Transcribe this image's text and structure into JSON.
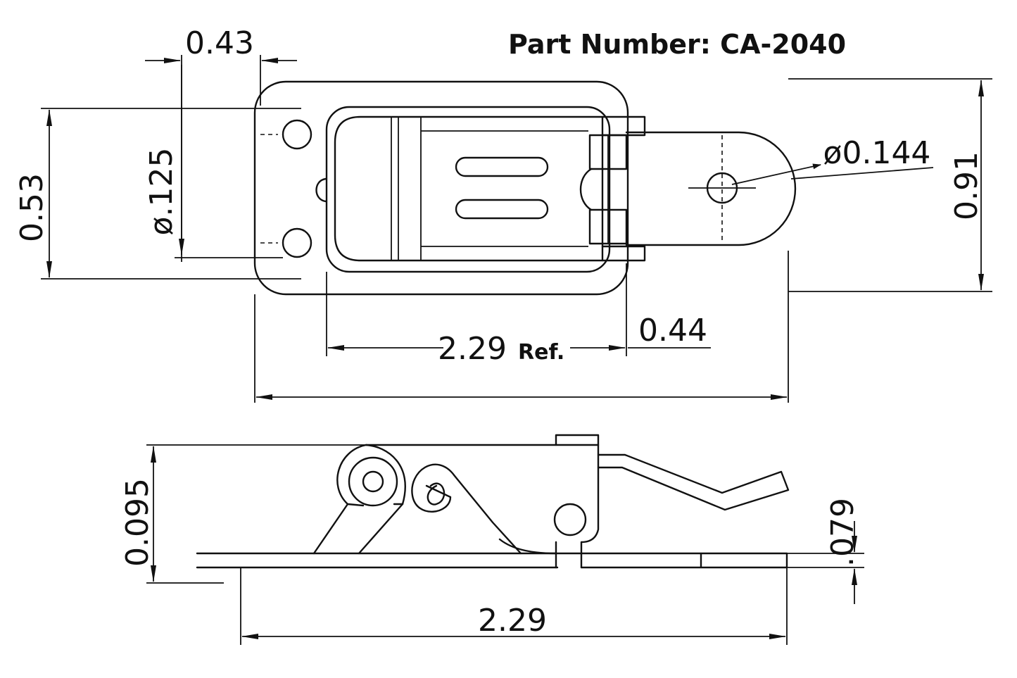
{
  "title": "Part Number: CA-2040",
  "dimensions": {
    "top_width_043": "0.43",
    "dia_0125": "ø.125",
    "height_053": "0.53",
    "dia_0144": "ø0.144",
    "height_091": "0.91",
    "ref_length": "2.29",
    "ref_suffix": "Ref.",
    "offset_044": "0.44",
    "side_height_0095": "0.095",
    "side_height_079": ".079",
    "side_length_229": "2.29"
  }
}
